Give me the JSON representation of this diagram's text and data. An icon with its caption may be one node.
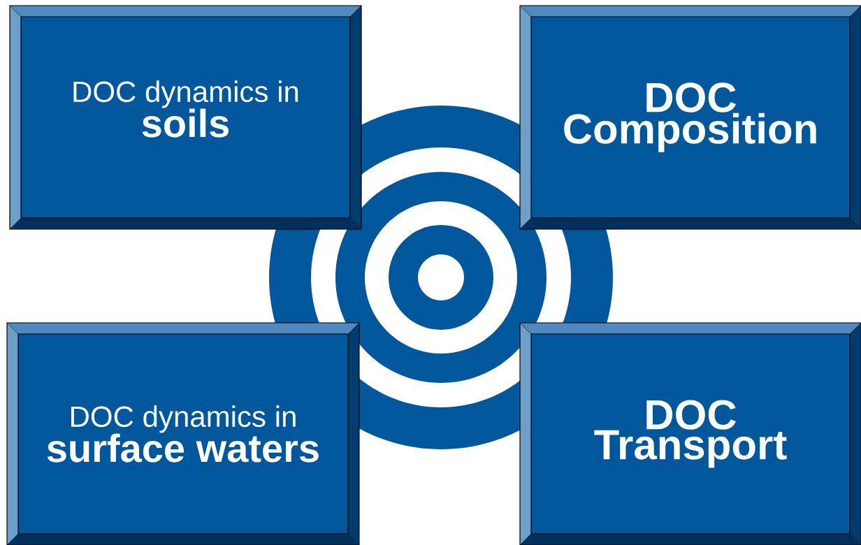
{
  "diagram": {
    "nodes": [
      {
        "text": [
          "DOC dynamics in",
          "soils"
        ]
      },
      {
        "text": [
          "DOC Composition"
        ]
      },
      {
        "text": [
          "DOC dynamics in",
          "surface waters"
        ]
      },
      {
        "text": [
          "DOC Transport"
        ]
      }
    ]
  }
}
